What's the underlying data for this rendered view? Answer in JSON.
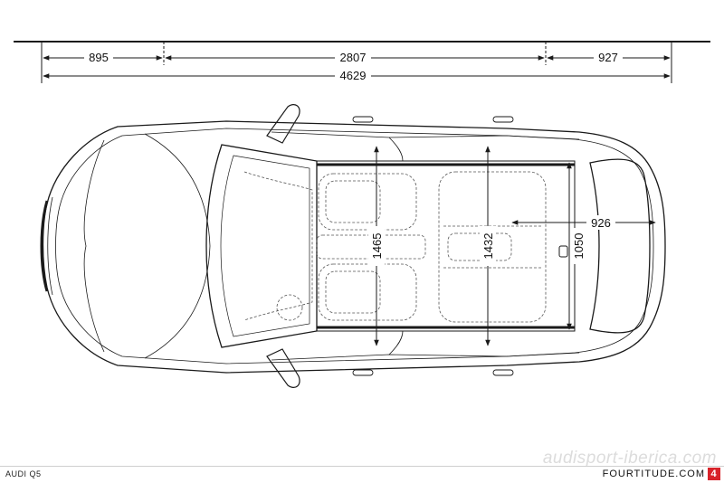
{
  "dimensions": {
    "front_overhang": "895",
    "wheelbase": "2807",
    "rear_overhang": "927",
    "overall_length": "4629",
    "front_row_width": "1465",
    "rear_row_width": "1432",
    "trunk_width": "1050",
    "trunk_length": "926"
  },
  "footer": {
    "model_label": "AUDI Q5",
    "brand_text": "FOURTITUDE.COM",
    "brand_badge": "4",
    "watermark": "audisport-iberica.com"
  },
  "colors": {
    "line": "#1a1a1a",
    "brand_red": "#d8232a"
  }
}
